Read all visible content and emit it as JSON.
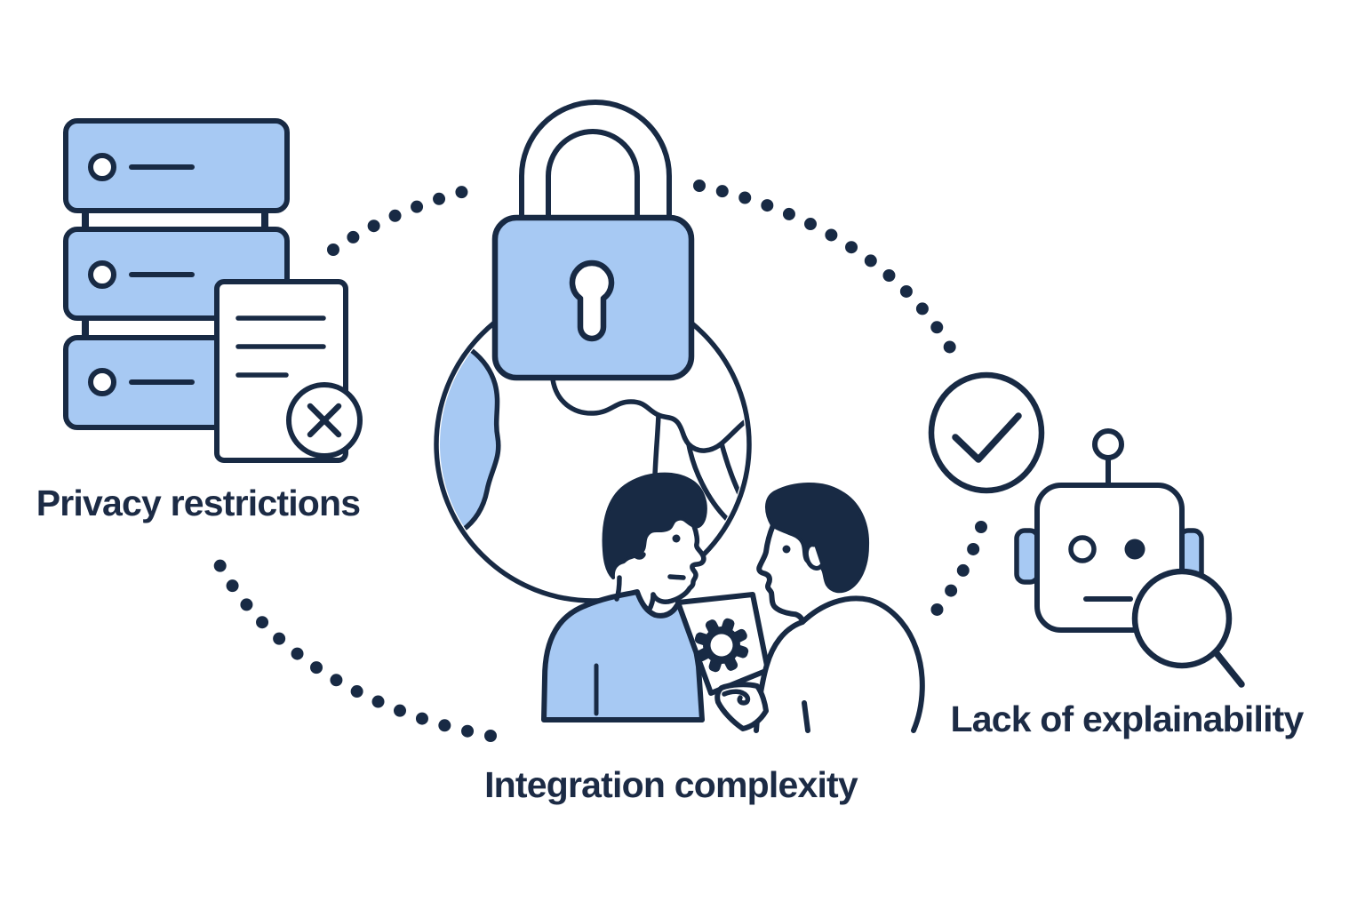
{
  "diagram": {
    "type": "illustration",
    "background": "#ffffff",
    "palette": {
      "outline_navy": "#182a44",
      "fill_blue": "#a7c9f3",
      "fill_white": "#ffffff",
      "text_color": "#1c2b45"
    },
    "connector": "dotted-ellipse",
    "items": [
      {
        "label": "Privacy restrictions",
        "icon": "server-stack-document-x-icon",
        "position": "left"
      },
      {
        "label": "Integration complexity",
        "icon": "globe-padlock-two-people-gear-icon",
        "position": "center"
      },
      {
        "label": "Lack of explainability",
        "icon": "robot-checkmark-magnifier-icon",
        "position": "right"
      }
    ]
  }
}
